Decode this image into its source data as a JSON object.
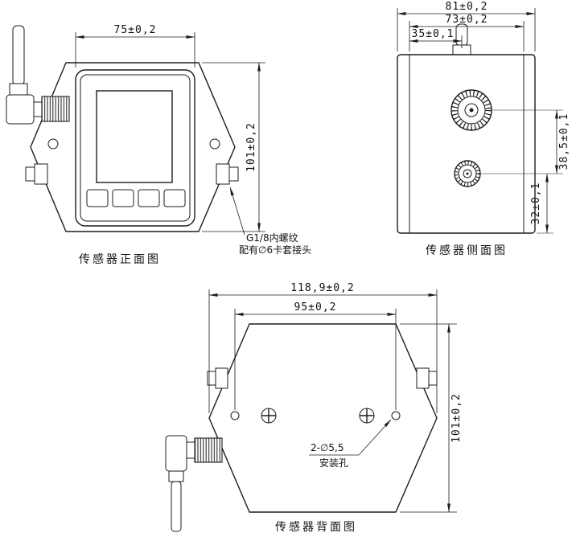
{
  "front_view": {
    "caption": "传感器正面图",
    "dims": {
      "width": "75±0,2",
      "height": "101±0,2"
    },
    "note": {
      "line1": "G1/8内螺纹",
      "line2": "配有∅6卡套接头"
    }
  },
  "side_view": {
    "caption": "传感器侧面图",
    "dims": {
      "overall_width": "81±0,2",
      "inner_width": "73±0,2",
      "cable_offset": "35±0,1",
      "port_spacing": "38,5±0,1",
      "port_to_bottom": "32±0,1"
    }
  },
  "back_view": {
    "caption": "传感器背面图",
    "dims": {
      "overall_width": "118,9±0,2",
      "hole_spacing": "95±0,2",
      "height": "101±0,2"
    },
    "note": {
      "line1": "2-∅5,5",
      "line2": "安装孔"
    }
  }
}
